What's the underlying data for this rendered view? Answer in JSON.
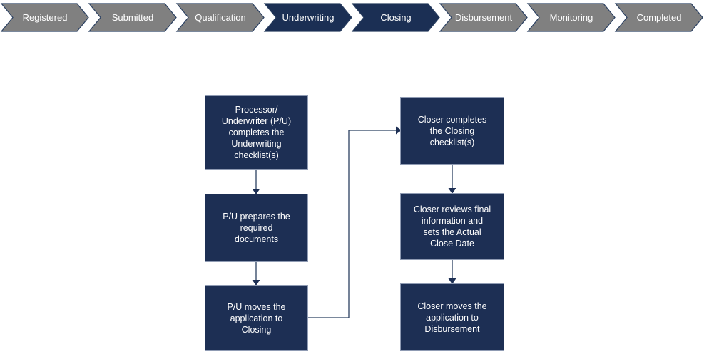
{
  "stage_bar": {
    "name": "loan-stage-progress",
    "active_color": "#1b2f54",
    "inactive_color": "#808080",
    "border_color": "#2b4061",
    "label_color": "#ffffff",
    "stages": [
      {
        "label": "Registered",
        "state": "inactive"
      },
      {
        "label": "Submitted",
        "state": "inactive"
      },
      {
        "label": "Qualification",
        "state": "inactive"
      },
      {
        "label": "Underwriting",
        "state": "active"
      },
      {
        "label": "Closing",
        "state": "active"
      },
      {
        "label": "Disbursement",
        "state": "inactive"
      },
      {
        "label": "Monitoring",
        "state": "inactive"
      },
      {
        "label": "Completed",
        "state": "inactive"
      }
    ]
  },
  "flowchart": {
    "box_fill": "#1d2f54",
    "box_border": "#8f9bb3",
    "connector_color": "#2b4061",
    "boxes": [
      {
        "id": "uw-checklist",
        "text": "Processor/\nUnderwriter (P/U)\ncompletes the\nUnderwriting\nchecklist(s)"
      },
      {
        "id": "prepare-docs",
        "text": "P/U prepares the\nrequired\ndocuments"
      },
      {
        "id": "move-to-closing",
        "text": "P/U moves the\napplication to\nClosing"
      },
      {
        "id": "closing-checklist",
        "text": "Closer completes\nthe Closing\nchecklist(s)"
      },
      {
        "id": "review-final",
        "text": "Closer reviews final\ninformation and\nsets the Actual\nClose Date"
      },
      {
        "id": "move-to-disb",
        "text": "Closer moves the\napplication to\nDisbursement"
      }
    ]
  }
}
